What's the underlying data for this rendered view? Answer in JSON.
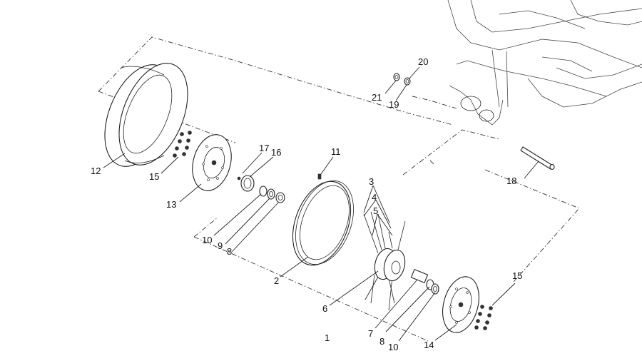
{
  "diagram": {
    "callouts": {
      "c1": "1",
      "c2": "2",
      "c3": "3",
      "c4": "4",
      "c5": "5",
      "c6": "6",
      "c7": "7",
      "c8a": "8",
      "c8b": "8",
      "c9": "9",
      "c10a": "10",
      "c10b": "10",
      "c11": "11",
      "c12": "12",
      "c13": "13",
      "c14": "14",
      "c15a": "15",
      "c15b": "15",
      "c16": "16",
      "c17": "17",
      "c18": "18",
      "c19": "19",
      "c20": "20",
      "c21": "21"
    }
  }
}
